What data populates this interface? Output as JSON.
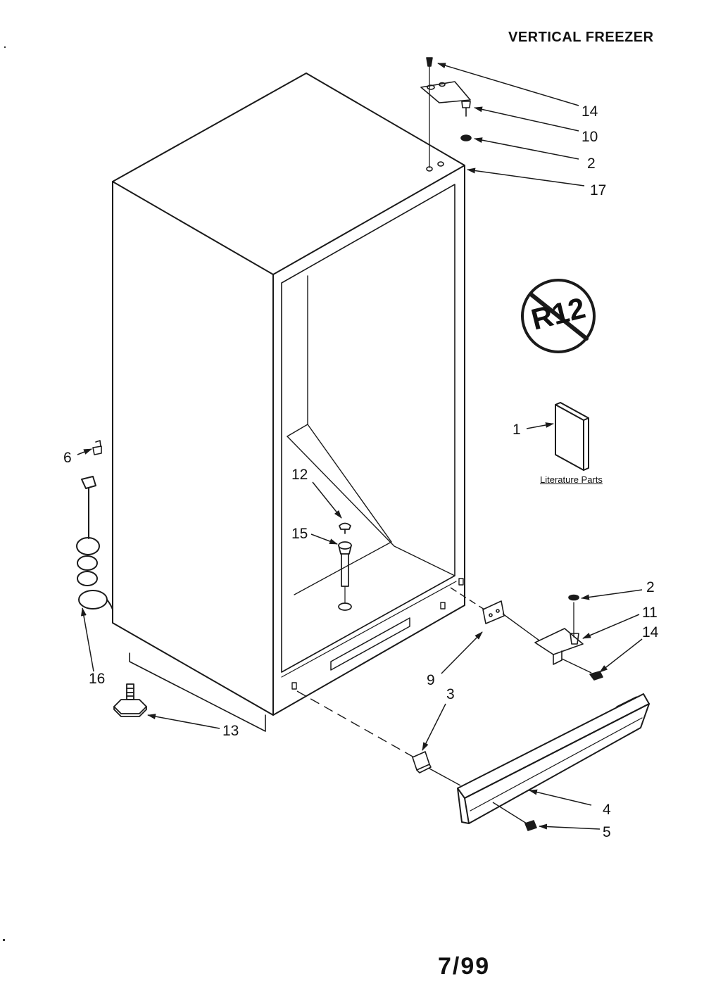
{
  "title": "VERTICAL FREEZER",
  "footer": "7/99",
  "literature_caption": "Literature Parts",
  "r12_badge_text": "R12",
  "part_labels": [
    {
      "id": "14-top",
      "text": "14"
    },
    {
      "id": "10",
      "text": "10"
    },
    {
      "id": "2-top",
      "text": "2"
    },
    {
      "id": "17",
      "text": "17"
    },
    {
      "id": "1",
      "text": "1"
    },
    {
      "id": "6",
      "text": "6"
    },
    {
      "id": "12",
      "text": "12"
    },
    {
      "id": "15",
      "text": "15"
    },
    {
      "id": "2-bottom",
      "text": "2"
    },
    {
      "id": "11",
      "text": "11"
    },
    {
      "id": "14-bottom",
      "text": "14"
    },
    {
      "id": "16",
      "text": "16"
    },
    {
      "id": "9",
      "text": "9"
    },
    {
      "id": "3",
      "text": "3"
    },
    {
      "id": "13",
      "text": "13"
    },
    {
      "id": "4",
      "text": "4"
    },
    {
      "id": "5",
      "text": "5"
    }
  ]
}
